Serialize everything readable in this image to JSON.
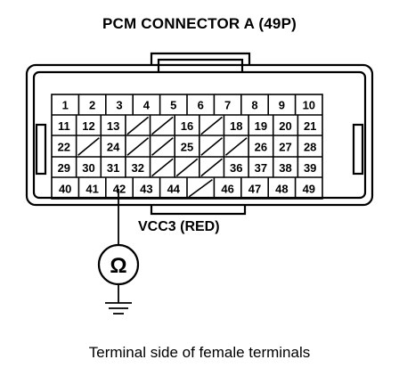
{
  "title": "PCM CONNECTOR A (49P)",
  "caption": "Terminal side of female terminals",
  "probe_label": "VCC3 (RED)",
  "meter_symbol": "Ω",
  "rows": [
    [
      "1",
      "2",
      "3",
      "4",
      "5",
      "6",
      "7",
      "8",
      "9",
      "10"
    ],
    [
      "11",
      "12",
      "13",
      "",
      "",
      "16",
      "",
      "18",
      "19",
      "20",
      "21"
    ],
    [
      "22",
      "",
      "24",
      "",
      "",
      "25",
      "",
      "",
      "26",
      "27",
      "28"
    ],
    [
      "29",
      "30",
      "31",
      "32",
      "",
      "",
      "",
      "36",
      "37",
      "38",
      "39"
    ],
    [
      "40",
      "41",
      "42",
      "43",
      "44",
      "",
      "46",
      "47",
      "48",
      "49"
    ]
  ],
  "measured_terminal": "42"
}
